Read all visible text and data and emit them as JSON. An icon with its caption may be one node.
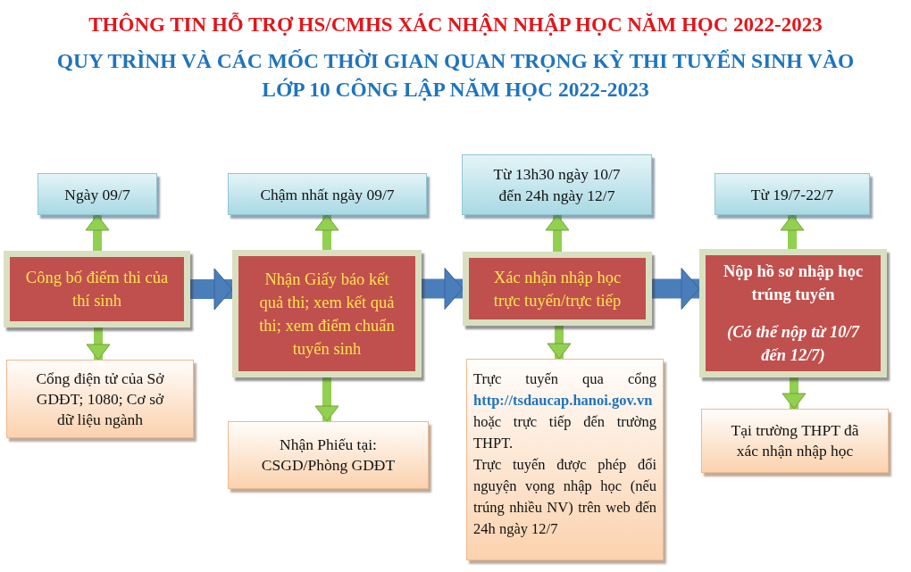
{
  "diagram": {
    "title": "THÔNG TIN HỖ TRỢ HS/CMHS XÁC NHẬN NHẬP HỌC NĂM HỌC 2022-2023",
    "nodes": [
      {
        "text": [
          "Ngày 09/7"
        ]
      },
      {
        "text": [
          "Chậm nhất ngày 09/7"
        ]
      },
      {
        "text": [
          "Từ 13h30 ngày 10/7 đến 24h ngày 12/7"
        ]
      },
      {
        "text": [
          "Từ 19/7-22/7"
        ]
      },
      {
        "text": [
          "Công bố điểm thi của thí sinh"
        ]
      },
      {
        "text": [
          "Nhận Giấy báo kết quả thi; xem kết quả thi; xem điểm chuẩn tuyển sinh"
        ]
      },
      {
        "text": [
          "Xác nhận nhập học trực tuyến/trực tiếp"
        ]
      },
      {
        "text": [
          "Nộp hồ sơ nhập học trúng tuyển",
          "(Có thể nộp từ 10/7 đến 12/7)"
        ]
      },
      {
        "text": [
          "Cổng điện tử của Sở GDĐT; 1080; Cơ sở dữ liệu ngành"
        ]
      },
      {
        "text": [
          "Nhận Phiếu tại: CSGD/Phòng GDĐT"
        ]
      },
      {
        "text": [
          "Trực tuyến qua cổng **http://tsdaucap.hanoi.gov.vn** hoặc trực tiếp đến trường THPT.",
          "Trực tuyến được phép đổi nguyện vọng nhập học (nếu trúng nhiều NV) trên web đến 24h ngày 12/7"
        ]
      },
      {
        "text": [
          "Tại trường THPT đã xác nhận nhập học"
        ]
      }
    ],
    "edges": [
      {
        "from": 4,
        "to": 5,
        "arrow": "to",
        "style": "thick",
        "color": "#4a7ebb"
      },
      {
        "from": 5,
        "to": 6,
        "arrow": "to",
        "style": "thick",
        "color": "#4a7ebb"
      },
      {
        "from": 6,
        "to": 7,
        "arrow": "to",
        "style": "thick",
        "color": "#4a7ebb"
      },
      {
        "from": 4,
        "to": 0,
        "arrow": "to"
      },
      {
        "from": 4,
        "to": 8,
        "arrow": "to"
      },
      {
        "from": 5,
        "to": 1,
        "arrow": "to"
      },
      {
        "from": 5,
        "to": 9,
        "arrow": "to"
      },
      {
        "from": 6,
        "to": 2,
        "arrow": "to"
      },
      {
        "from": 6,
        "to": 10,
        "arrow": "to"
      },
      {
        "from": 7,
        "to": 3,
        "arrow": "to"
      },
      {
        "from": 7,
        "to": 11,
        "arrow": "to"
      }
    ],
    "labels": [
      "QUY TRÌNH VÀ CÁC MỐC THỜI GIAN QUAN TRỌNG KỲ THI TUYỂN SINH VÀO LỚP 10 CÔNG LẬP NĂM HỌC 2022-2023"
    ]
  }
}
